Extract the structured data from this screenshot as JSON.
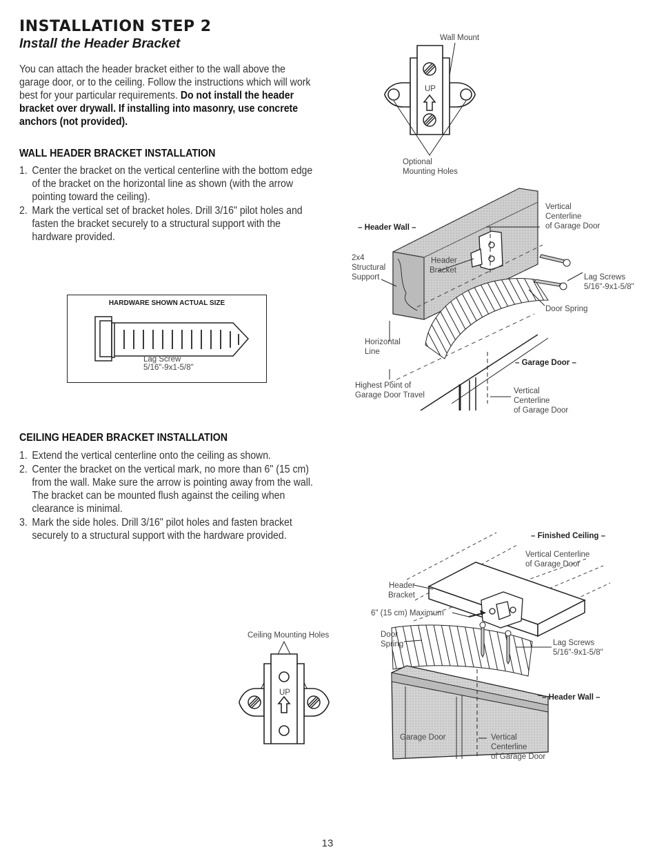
{
  "header": {
    "title": "INSTALLATION STEP 2",
    "subtitle": "Install the Header Bracket"
  },
  "intro": {
    "text": "You can attach the header bracket either to the wall above the garage door, or to the ceiling. Follow the instructions which will work best for your particular requirements. ",
    "warning": "Do not install the header bracket over drywall. If installing into masonry, use concrete anchors (not provided)."
  },
  "wall_section": {
    "heading": "WALL HEADER BRACKET INSTALLATION",
    "steps": [
      "Center the bracket on the vertical centerline with the bottom edge of the bracket on the horizontal line as shown (with the arrow pointing toward the ceiling).",
      "Mark the vertical set of bracket holes. Drill 3/16\" pilot holes and fasten the bracket securely to a structural support with the hardware provided."
    ]
  },
  "hardware_box": {
    "title": "HARDWARE SHOWN ACTUAL SIZE",
    "part_name": "Lag Screw",
    "part_size": "5/16\"-9x1-5/8\""
  },
  "ceiling_section": {
    "heading": "CEILING HEADER BRACKET INSTALLATION",
    "steps": [
      "Extend the vertical centerline onto the ceiling as shown.",
      "Center the bracket on the vertical mark, no more than 6\" (15 cm) from the wall. Make sure the arrow is pointing away from the wall. The bracket can be mounted flush against the ceiling when clearance is minimal.",
      "Mark the side holes. Drill 3/16\" pilot holes and fasten bracket securely to a structural support with the hardware provided."
    ]
  },
  "figure_wall_bracket": {
    "wall_mount": "Wall Mount",
    "up": "UP",
    "optional_1": "Optional",
    "optional_2": "Mounting Holes"
  },
  "figure_wall_install": {
    "header_wall": "– Header Wall –",
    "vert_cl_1": "Vertical",
    "vert_cl_2": "Centerline",
    "vert_cl_3": "of Garage Door",
    "struct_1": "2x4",
    "struct_2": "Structural",
    "struct_3": "Support",
    "header_1": "Header",
    "header_2": "Bracket",
    "lag_1": "Lag Screws",
    "lag_2": "5/16\"-9x1-5/8\"",
    "door_spring": "Door Spring",
    "horiz_1": "Horizontal",
    "horiz_2": "Line",
    "garage_door": "– Garage Door –",
    "highest_1": "Highest Point of",
    "highest_2": "Garage Door Travel",
    "vert2_1": "Vertical",
    "vert2_2": "Centerline",
    "vert2_3": "of Garage Door"
  },
  "figure_ceiling_bracket": {
    "label": "Ceiling Mounting Holes",
    "up": "UP"
  },
  "figure_ceiling_install": {
    "finished_ceiling": "– Finished Ceiling –",
    "vert_cl_1": "Vertical Centerline",
    "vert_cl_2": "of Garage Door",
    "header_1": "Header",
    "header_2": "Bracket",
    "maximum": "6\" (15 cm) Maximum",
    "spring_1": "Door",
    "spring_2": "Spring",
    "lag_1": "Lag Screws",
    "lag_2": "5/16\"-9x1-5/8\"",
    "header_wall": "– Header Wall –",
    "garage_door": "Garage Door",
    "vert2_1": "Vertical",
    "vert2_2": "Centerline",
    "vert2_3": "of Garage Door"
  },
  "footer": {
    "page_number": "13"
  }
}
